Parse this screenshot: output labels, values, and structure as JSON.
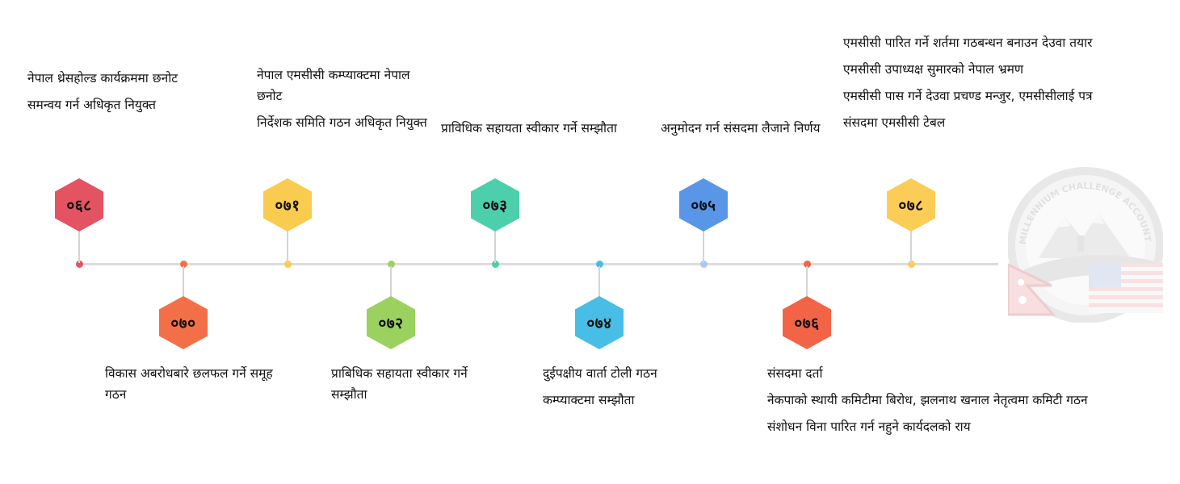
{
  "milestones": [
    {
      "year": "०६८",
      "color": "#e35361",
      "items": [
        "नेपाल थ्रेसहोल्ड कार्यक्रममा छनोट",
        "समन्वय गर्न अधिकृत नियुक्त"
      ]
    },
    {
      "year": "०७०",
      "color": "#f36f47",
      "items": [
        "विकास अबरोधबारे छलफल गर्ने समूह गठन"
      ]
    },
    {
      "year": "०७१",
      "color": "#f9cb4f",
      "items": [
        "नेपाल एमसीसी कम्प्याक्टमा नेपाल छनोट",
        "निर्देशक समिति गठन अधिकृत नियुक्त"
      ]
    },
    {
      "year": "०७२",
      "color": "#9bd15f",
      "items": [
        "प्राबिधिक सहायता स्वीकार गर्ने सम्झौता"
      ]
    },
    {
      "year": "०७३",
      "color": "#4ccfaa",
      "items": [
        "प्राविधिक सहायता स्वीकार गर्ने सम्झौता"
      ]
    },
    {
      "year": "०७४",
      "color": "#48bde6",
      "items": [
        "दुईपक्षीय वार्ता टोली गठन",
        "कम्प्याक्टमा सम्झौता"
      ]
    },
    {
      "year": "०७५",
      "color": "#5a96e8",
      "items": [
        "अनुमोदन गर्न संसदमा लैजाने निर्णय"
      ]
    },
    {
      "year": "०७६",
      "color": "#f36447",
      "items": [
        "संसदमा दर्ता",
        "नेकपाको स्थायी कमिटीमा बिरोध, झलनाथ खनाल नेतृत्वमा कमिटी गठन",
        "संशोधन विना पारित गर्न नहुने कार्यदलको राय"
      ]
    },
    {
      "year": "०७८",
      "color": "#fbcd57",
      "items": [
        "एमसीसी पारित गर्ने शर्तमा गठबन्धन बनाउन देउवा तयार",
        "एमसीसी उपाध्यक्ष सुमारको नेपाल भ्रमण",
        "एमसीसी पास गर्ने देउवा प्रचण्ड मन्जुर, एमसीसीलाई पत्र",
        "संसदमा एमसीसी टेबल"
      ]
    }
  ],
  "logo": {
    "text": "MILLENNIUM CHALLENGE ACCOUNT NEPAL"
  }
}
